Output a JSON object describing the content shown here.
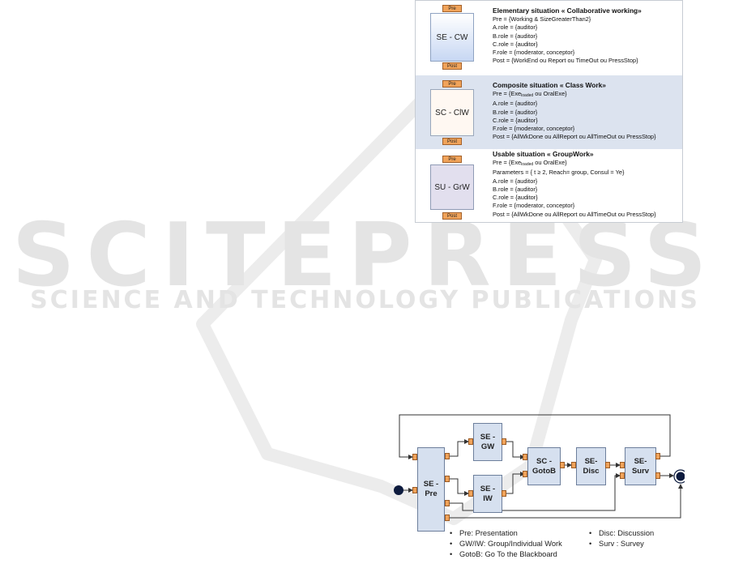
{
  "watermark": {
    "line1": "SCITEPRESS",
    "line2": "SCIENCE AND TECHNOLOGY PUBLICATIONS"
  },
  "table": {
    "rows": [
      {
        "box_label": "SE - CW",
        "pre_tag": "Pre",
        "post_tag": "Post",
        "title": "Elementary situation « Collaborative working»",
        "lines": [
          "Pre = {Working & SizeGreaterThan2}",
          "A.role = {auditor}",
          "B.role = {auditor}",
          "C.role = {auditor}",
          "F.role = {moderator, conceptor}",
          "Post = {WorkEnd ou Report ou TimeOut ou PressStop}"
        ]
      },
      {
        "box_label": "SC - ClW",
        "pre_tag": "Pre",
        "post_tag": "Post",
        "title": "Composite situation « Class Work»",
        "pre_main": "Pre = {Exe",
        "pre_sub": "loaded",
        "pre_rest": " ou OralExe}",
        "lines": [
          "A.role = {auditor}",
          "B.role = {auditor}",
          "C.role = {auditor}",
          "F.role = {moderator, conceptor}",
          "Post = {AllWkDone ou AllReport ou AllTimeOut ou PressStop}"
        ]
      },
      {
        "box_label": "SU - GrW",
        "pre_tag": "Pre",
        "post_tag": "Post",
        "title": "Usable situation « GroupWork»",
        "pre_main": "Pre = {Exe",
        "pre_sub": "loaded",
        "pre_rest": " ou OralExe}",
        "lines": [
          "Parameters = { t ≥ 2, Reach= group, Consul = Ye}",
          "A.role = {auditor}",
          "B.role = {auditor}",
          "C.role = {auditor}",
          "F.role = {moderator, conceptor}",
          "Post = {AllWkDone ou AllReport ou AllTimeOut ou PressStop}"
        ]
      }
    ]
  },
  "flow": {
    "nodes": {
      "pre": "SE -\nPre",
      "gw": "SE -\nGW",
      "iw": "SE -\nIW",
      "gotob": "SC -\nGotoB",
      "disc": "SE-\nDisc",
      "surv": "SE-\nSurv"
    },
    "colors": {
      "node_fill": "#d6e0ef",
      "port": "#f0a35a",
      "line": "#333333"
    }
  },
  "legend": {
    "left": [
      "Pre: Presentation",
      "GW/IW: Group/Individual Work",
      "GotoB: Go To the Blackboard"
    ],
    "right": [
      "Disc: Discussion",
      "Surv : Survey"
    ]
  }
}
